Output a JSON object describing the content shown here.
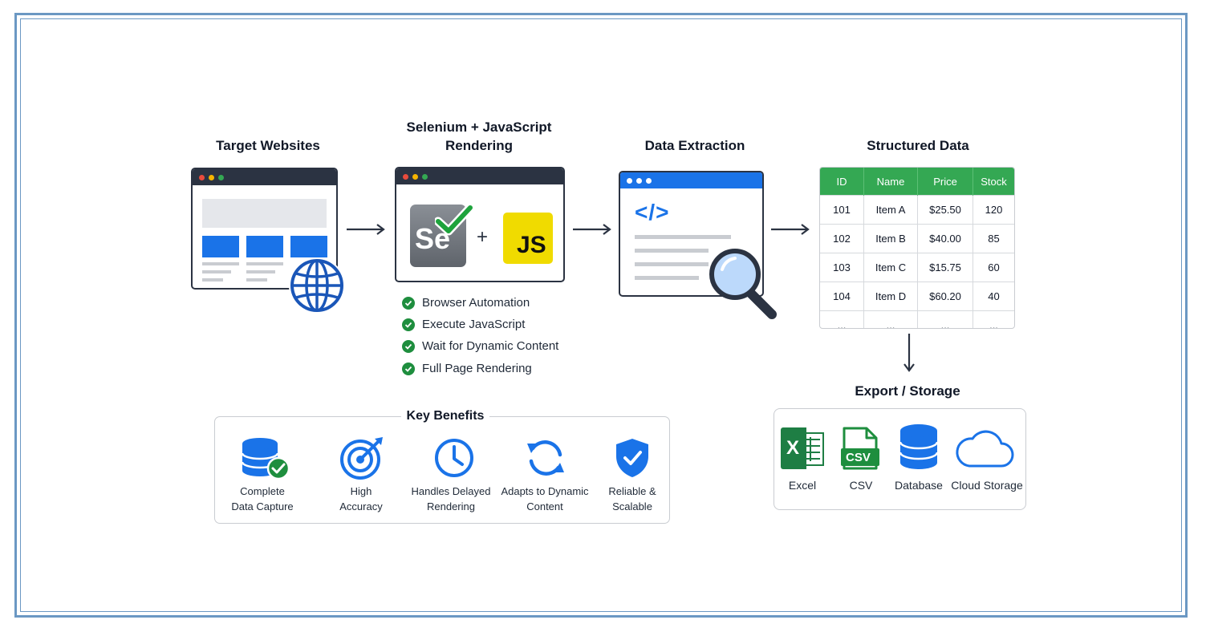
{
  "stages": {
    "target": {
      "title": "Target Websites"
    },
    "selenium": {
      "title_line1": "Selenium + JavaScript",
      "title_line2": "Rendering",
      "se_logo": "Se",
      "plus": "+",
      "js_logo": "JS"
    },
    "extraction": {
      "title": "Data Extraction",
      "code_symbol": "</>"
    },
    "structured": {
      "title": "Structured Data"
    },
    "export": {
      "title": "Export / Storage"
    }
  },
  "features": [
    "Browser Automation",
    "Execute JavaScript",
    "Wait for Dynamic Content",
    "Full Page Rendering"
  ],
  "table": {
    "headers": [
      "ID",
      "Name",
      "Price",
      "Stock"
    ],
    "rows": [
      [
        "101",
        "Item A",
        "$25.50",
        "120"
      ],
      [
        "102",
        "Item B",
        "$40.00",
        "85"
      ],
      [
        "103",
        "Item C",
        "$15.75",
        "60"
      ],
      [
        "104",
        "Item D",
        "$60.20",
        "40"
      ],
      [
        "...",
        "...",
        "...",
        "..."
      ]
    ]
  },
  "benefits": {
    "title": "Key Benefits",
    "items": [
      {
        "line1": "Complete",
        "line2": "Data Capture",
        "icon": "database-check-icon"
      },
      {
        "line1": "High",
        "line2": "Accuracy",
        "icon": "target-icon"
      },
      {
        "line1": "Handles Delayed",
        "line2": "Rendering",
        "icon": "clock-icon"
      },
      {
        "line1": "Adapts to Dynamic",
        "line2": "Content",
        "icon": "refresh-icon"
      },
      {
        "line1": "Reliable &",
        "line2": "Scalable",
        "icon": "shield-check-icon"
      }
    ]
  },
  "exports": {
    "items": [
      {
        "label": "Excel",
        "icon": "excel-icon",
        "badge": "X"
      },
      {
        "label": "CSV",
        "icon": "csv-file-icon",
        "badge": "CSV"
      },
      {
        "label": "Database",
        "icon": "database-icon"
      },
      {
        "label": "Cloud Storage",
        "icon": "cloud-icon"
      }
    ]
  },
  "colors": {
    "accent_blue": "#1a73e8",
    "green": "#34a853",
    "dark": "#2b3342",
    "frame": "#6b98c3",
    "js_yellow": "#f0db00"
  }
}
